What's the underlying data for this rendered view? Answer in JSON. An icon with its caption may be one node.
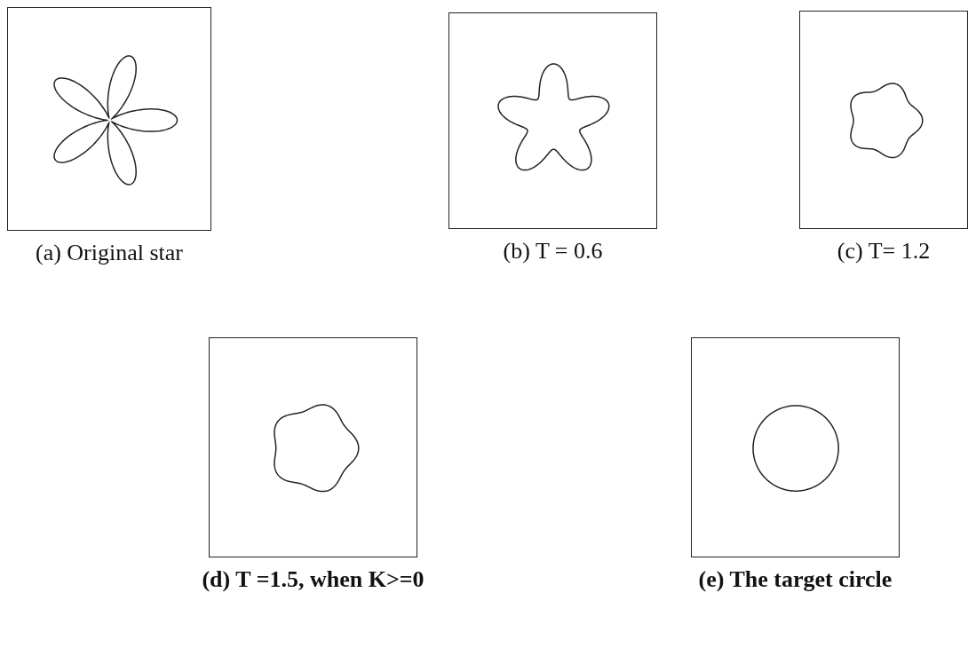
{
  "diagram": {
    "nodes": [
      {
        "text": [
          "(a) Original star"
        ]
      },
      {
        "text": [
          "(b) T = 0.6"
        ]
      },
      {
        "text": [
          "(c) T= 1.2"
        ]
      },
      {
        "text": [
          "(d) T =1.5, when K>=0"
        ]
      },
      {
        "text": [
          "(e) The target circle"
        ]
      }
    ]
  }
}
